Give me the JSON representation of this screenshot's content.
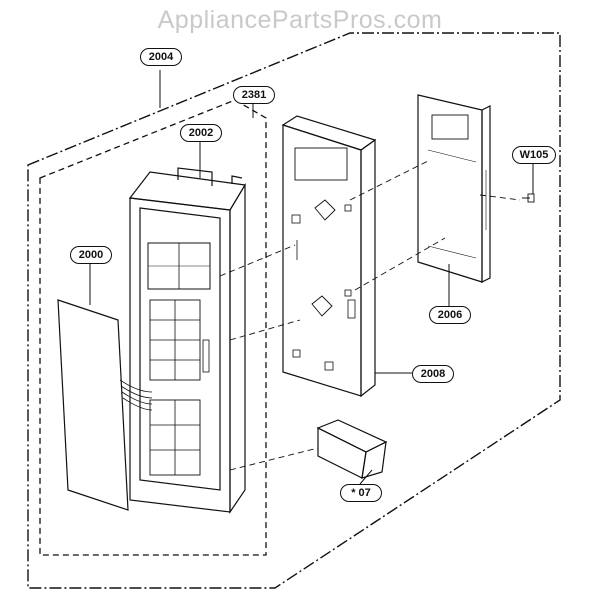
{
  "watermark": "AppliancePartsPros.com",
  "callouts": {
    "assembly_outer": "2004",
    "assembly_inner": "2381",
    "control_panel": "2002",
    "membrane": "2000",
    "pcb": "2006",
    "screw": "W105",
    "bracket": "2008",
    "clip": "* 07"
  }
}
